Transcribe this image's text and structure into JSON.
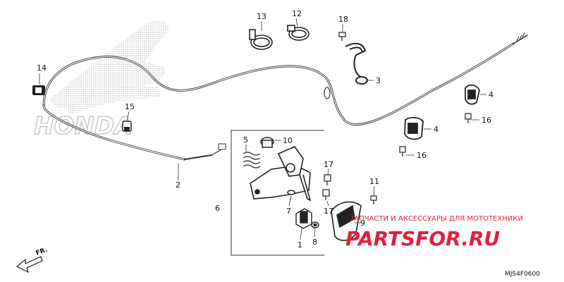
{
  "brand": {
    "text": "HONDA"
  },
  "front_indicator": {
    "label": "FR."
  },
  "diagram_code": "MJS4F0600",
  "watermark": {
    "caption": "ЗАПЧАСТИ И АКСЕССУАРЫ ДЛЯ МОТОТЕХНИКИ",
    "logo": "PARTSFOR.RU"
  },
  "callouts": [
    {
      "id": "c14",
      "label": "14"
    },
    {
      "id": "c15",
      "label": "15"
    },
    {
      "id": "c2",
      "label": "2"
    },
    {
      "id": "c13",
      "label": "13"
    },
    {
      "id": "c12",
      "label": "12"
    },
    {
      "id": "c18",
      "label": "18"
    },
    {
      "id": "c3",
      "label": "3"
    },
    {
      "id": "c4a",
      "label": "4"
    },
    {
      "id": "c4b",
      "label": "4"
    },
    {
      "id": "c16a",
      "label": "16"
    },
    {
      "id": "c16b",
      "label": "16"
    },
    {
      "id": "c10",
      "label": "10"
    },
    {
      "id": "c5",
      "label": "5"
    },
    {
      "id": "c6",
      "label": "6"
    },
    {
      "id": "c7",
      "label": "7"
    },
    {
      "id": "c1",
      "label": "1"
    },
    {
      "id": "c8",
      "label": "8"
    },
    {
      "id": "c17a",
      "label": "17"
    },
    {
      "id": "c17b",
      "label": "17"
    },
    {
      "id": "c11",
      "label": "11"
    },
    {
      "id": "c9",
      "label": "9"
    }
  ]
}
